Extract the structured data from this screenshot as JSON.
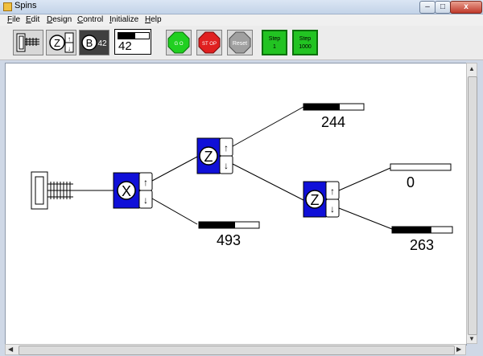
{
  "window": {
    "title": "Spins",
    "min_label": "–",
    "max_label": "□",
    "close_label": "x"
  },
  "menu": {
    "items": [
      {
        "key": "F",
        "rest": "ile"
      },
      {
        "key": "E",
        "rest": "dit"
      },
      {
        "key": "D",
        "rest": "esign"
      },
      {
        "key": "C",
        "rest": "ontrol"
      },
      {
        "key": "I",
        "rest": "nitialize"
      },
      {
        "key": "H",
        "rest": "elp"
      }
    ]
  },
  "toolbar": {
    "analyzer_z_label": "Z",
    "beam_label": "B",
    "beam_count": "42",
    "counter_value": "42",
    "counter_fraction": 0.55,
    "go_label": "G O",
    "stop_label": "ST OP",
    "reset_label": "Reset",
    "step1_line1": "Step",
    "step1_line2": "1",
    "step1000_line1": "Step",
    "step1000_line2": "1000"
  },
  "diagram": {
    "analyzers": {
      "first": {
        "label": "X",
        "up": "↑",
        "down": "↓"
      },
      "second": {
        "label": "Z",
        "up": "↑",
        "down": "↓"
      },
      "third": {
        "label": "Z",
        "up": "↑",
        "down": "↓"
      }
    },
    "counters": {
      "c244": {
        "value": "244",
        "fraction": 0.6
      },
      "c493": {
        "value": "493",
        "fraction": 0.6
      },
      "c0": {
        "value": "0",
        "fraction": 0.0
      },
      "c263": {
        "value": "263",
        "fraction": 0.65
      }
    }
  },
  "colors": {
    "analyzer_blue": "#1010d8",
    "go_green": "#20d020",
    "stop_red": "#e02020",
    "reset_gray": "#a0a0a0",
    "step_green": "#22c322"
  }
}
